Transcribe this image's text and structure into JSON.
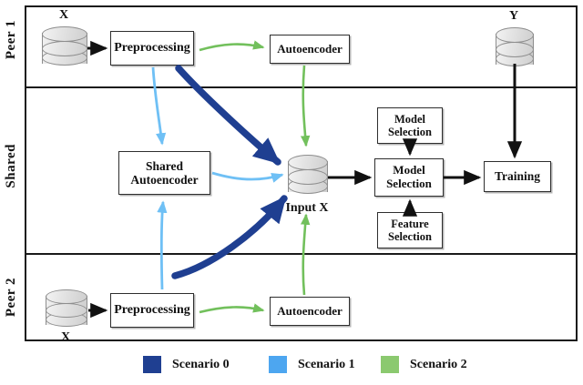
{
  "figure": {
    "type": "flow-diagram",
    "title": "Federated learning scenarios flow diagram"
  },
  "lanes": [
    {
      "id": "peer1",
      "label": "Peer 1"
    },
    {
      "id": "shared",
      "label": "Shared"
    },
    {
      "id": "peer2",
      "label": "Peer 2"
    }
  ],
  "datastores": [
    {
      "id": "peer1-x",
      "label": "X",
      "label_pos": "top"
    },
    {
      "id": "y-store",
      "label": "Y",
      "label_pos": "top"
    },
    {
      "id": "input-x",
      "label": "Input X",
      "label_pos": "bottom"
    },
    {
      "id": "peer2-x",
      "label": "X",
      "label_pos": "bottom"
    }
  ],
  "boxes": [
    {
      "id": "peer1-preprocessing",
      "lane": "peer1",
      "label": "Preprocessing"
    },
    {
      "id": "peer1-autoencoder",
      "lane": "peer1",
      "label": "Autoencoder"
    },
    {
      "id": "shared-autoencoder",
      "lane": "shared",
      "label": "Shared\nAutoencoder",
      "line1": "Shared",
      "line2": "Autoencoder"
    },
    {
      "id": "model-selection-top",
      "lane": "shared",
      "label": "Model\nSelection",
      "line1": "Model",
      "line2": "Selection"
    },
    {
      "id": "model-selection-main",
      "lane": "shared",
      "label": "Model\nSelection",
      "line1": "Model",
      "line2": "Selection"
    },
    {
      "id": "feature-selection",
      "lane": "shared",
      "label": "Feature\nSelection",
      "line1": "Feature",
      "line2": "Selection"
    },
    {
      "id": "training",
      "lane": "shared",
      "label": "Training"
    },
    {
      "id": "peer2-preprocessing",
      "lane": "peer2",
      "label": "Preprocessing"
    },
    {
      "id": "peer2-autoencoder",
      "lane": "peer2",
      "label": "Autoencoder"
    }
  ],
  "legend": {
    "items": [
      {
        "id": "scenario-0",
        "label": "Scenario 0",
        "color": "#1f3f91"
      },
      {
        "id": "scenario-1",
        "label": "Scenario 1",
        "color": "#4da6f0"
      },
      {
        "id": "scenario-2",
        "label": "Scenario 2",
        "color": "#72c05c"
      }
    ]
  },
  "colors": {
    "scenario0": "#1f3f91",
    "scenario1": "#6fc0f5",
    "scenario2": "#72c05c",
    "black": "#111111",
    "frame": "#1a1a1a"
  },
  "edges": [
    {
      "id": "peer1-x-to-preprocessing",
      "scenario": "black",
      "from": "peer1-x",
      "to": "peer1-preprocessing"
    },
    {
      "id": "peer1-preprocessing-to-autoencoder",
      "scenario": "scenario2",
      "from": "peer1-preprocessing",
      "to": "peer1-autoencoder"
    },
    {
      "id": "peer1-autoencoder-to-input-x",
      "scenario": "scenario2",
      "from": "peer1-autoencoder",
      "to": "input-x"
    },
    {
      "id": "peer1-preprocessing-to-input-x",
      "scenario": "scenario0",
      "from": "peer1-preprocessing",
      "to": "input-x"
    },
    {
      "id": "peer1-preprocessing-to-shared-ae",
      "scenario": "scenario1",
      "from": "peer1-preprocessing",
      "to": "shared-autoencoder"
    },
    {
      "id": "shared-ae-to-input-x",
      "scenario": "scenario1",
      "from": "shared-autoencoder",
      "to": "input-x"
    },
    {
      "id": "peer2-preprocessing-to-shared-ae",
      "scenario": "scenario1",
      "from": "peer2-preprocessing",
      "to": "shared-autoencoder"
    },
    {
      "id": "peer2-preprocessing-to-input-x",
      "scenario": "scenario0",
      "from": "peer2-preprocessing",
      "to": "input-x"
    },
    {
      "id": "peer2-x-to-preprocessing",
      "scenario": "black",
      "from": "peer2-x",
      "to": "peer2-preprocessing"
    },
    {
      "id": "peer2-preprocessing-to-autoencoder",
      "scenario": "scenario2",
      "from": "peer2-preprocessing",
      "to": "peer2-autoencoder"
    },
    {
      "id": "peer2-autoencoder-to-input-x",
      "scenario": "scenario2",
      "from": "peer2-autoencoder",
      "to": "input-x"
    },
    {
      "id": "input-x-to-model-selection",
      "scenario": "black",
      "from": "input-x",
      "to": "model-selection-main"
    },
    {
      "id": "model-selection-top-to-main",
      "scenario": "black",
      "from": "model-selection-top",
      "to": "model-selection-main"
    },
    {
      "id": "feature-selection-to-main",
      "scenario": "black",
      "from": "feature-selection",
      "to": "model-selection-main"
    },
    {
      "id": "model-selection-to-training",
      "scenario": "black",
      "from": "model-selection-main",
      "to": "training"
    },
    {
      "id": "y-to-training",
      "scenario": "black",
      "from": "y-store",
      "to": "training"
    }
  ]
}
